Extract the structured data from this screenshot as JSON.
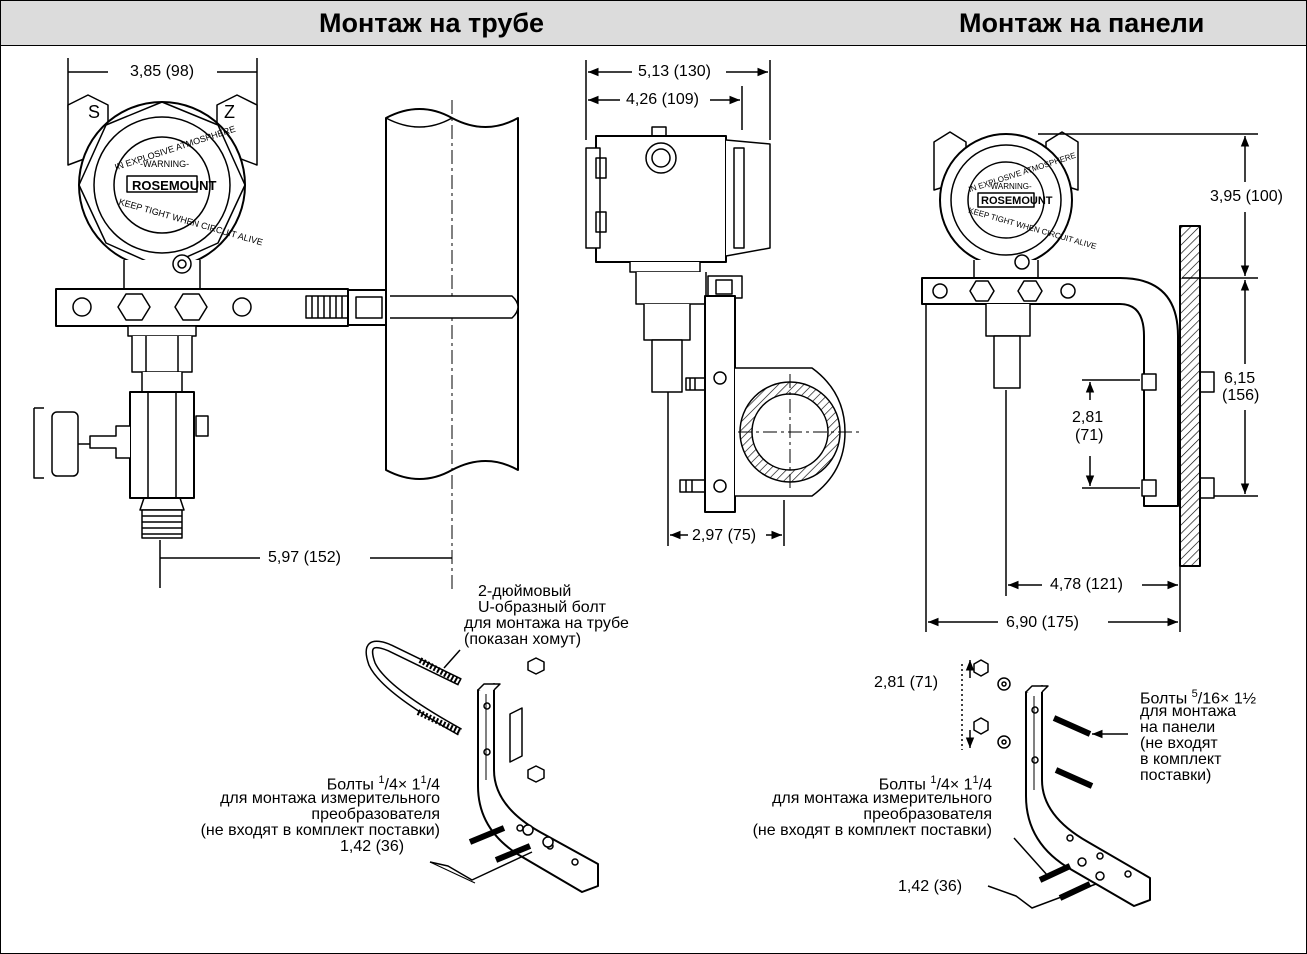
{
  "header": {
    "pipe_title": "Монтаж на трубе",
    "panel_title": "Монтаж на панели"
  },
  "device": {
    "brand": "ROSEMOUNT",
    "ring_text_top": "IN EXPLOSIVE ATMOSPHERE",
    "ring_text_warning": "-WARNING-",
    "ring_text_bottom": "KEEP TIGHT WHEN CIRCUIT ALIVE",
    "terminal_s": "S",
    "terminal_z": "Z"
  },
  "pipe_mount": {
    "dim_width": "3,85 (98)",
    "dim_total_depth": "5,13 (130)",
    "dim_body_depth": "4,26 (109)",
    "dim_bracket": "2,97 (75)",
    "dim_offset": "5,97 (152)",
    "ubolt_line1": "2-дюймовый",
    "ubolt_line2": "U-образный болт",
    "ubolt_line3": "для монтажа на трубе",
    "ubolt_line4": "(показан хомут)",
    "bolts_prefix": "Болты ",
    "bolts_n1": "1",
    "bolts_d1": "/4× 1",
    "bolts_n2": "1",
    "bolts_d2": "/4",
    "bolts_line2": "для монтажа измерительного",
    "bolts_line3": "преобразователя",
    "bolts_line4": "(не входят в комплект поставки)",
    "dim_bolt_spacing": "1,42 (36)"
  },
  "panel_mount": {
    "dim_top": "3,95 (100)",
    "dim_height_1": "6,15",
    "dim_height_2": "(156)",
    "dim_holes_1": "2,81",
    "dim_holes_2": "(71)",
    "dim_inner_width": "4,78 (121)",
    "dim_outer_width": "6,90 (175)",
    "dim_holes_exploded": "2,81 (71)",
    "panel_bolts_prefix": "Болты ",
    "panel_bolts_n": "5",
    "panel_bolts_d": "/16× 1½",
    "panel_bolts_line2": "для монтажа",
    "panel_bolts_line3": "на панели",
    "panel_bolts_line4": "(не входят",
    "panel_bolts_line5": "в комплект",
    "panel_bolts_line6": "поставки)",
    "bolts_prefix": "Болты ",
    "bolts_n1": "1",
    "bolts_d1": "/4× 1",
    "bolts_n2": "1",
    "bolts_d2": "/4",
    "bolts_line2": "для монтажа измерительного",
    "bolts_line3": "преобразователя",
    "bolts_line4": "(не входят в комплект поставки)",
    "dim_bolt_spacing": "1,42 (36)"
  }
}
